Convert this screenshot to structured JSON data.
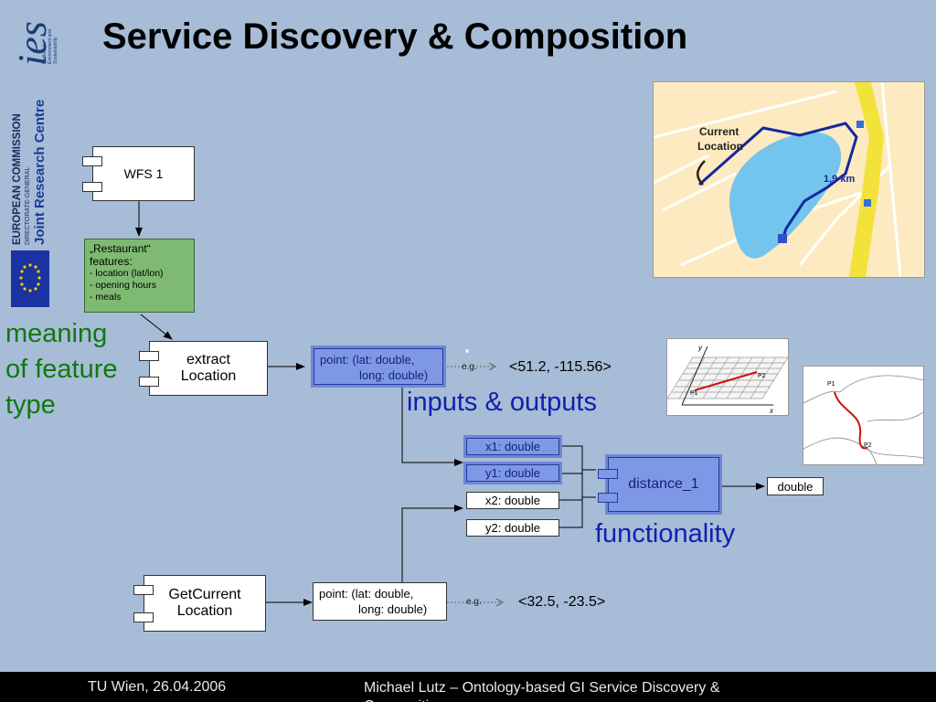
{
  "title": "Service Discovery & Composition",
  "logos": {
    "ies_text": "ies",
    "ies_sub": [
      "Institute for",
      "Environment and",
      "Sustainability"
    ],
    "ec_line1": "EUROPEAN COMMISSION",
    "ec_line2": "DIRECTORATE-GENERAL",
    "ec_line3": "Joint Research Centre"
  },
  "components": {
    "wfs": "WFS 1",
    "extract": [
      "extract",
      "Location"
    ],
    "getcurrent": [
      "GetCurrent",
      "Location"
    ],
    "distance": "distance_1"
  },
  "feature_note": {
    "line1": "„Restaurant“",
    "line2": "features:",
    "items": [
      "- location (lat/lon)",
      "- opening hours",
      "- meals"
    ]
  },
  "params": {
    "point_top": [
      "point: (lat: double,",
      "long: double)"
    ],
    "point_bottom": [
      "point: (lat: double,",
      "long: double)"
    ],
    "x1": "x1: double",
    "y1": "y1: double",
    "x2": "x2: double",
    "y2": "y2: double",
    "output": "double"
  },
  "examples": {
    "eg_label": "e.g.",
    "top_value": "<51.2, -115.56>",
    "bottom_value": "<32.5, -23.5>"
  },
  "annotations": {
    "meaning": [
      "meaning",
      "of feature",
      "type"
    ],
    "inputs_outputs": "inputs & outputs",
    "functionality": "functionality"
  },
  "map": {
    "current_location": [
      "Current",
      "Location"
    ],
    "distance": "1,9 km"
  },
  "grid_figure": {
    "y": "y",
    "x": "x",
    "p1": "P1",
    "p2": "P2"
  },
  "curve_figure": {
    "p1": "P1",
    "p2": "P2"
  },
  "footer": {
    "left": "TU Wien, 26.04.2006",
    "right": "Michael Lutz – Ontology-based GI Service Discovery & Composition"
  },
  "colors": {
    "background": "#a7bcd6",
    "highlight": "#7f98e6",
    "note_green": "#7fba73",
    "annotation_blue": "#1020b0",
    "annotation_green": "#107810"
  }
}
